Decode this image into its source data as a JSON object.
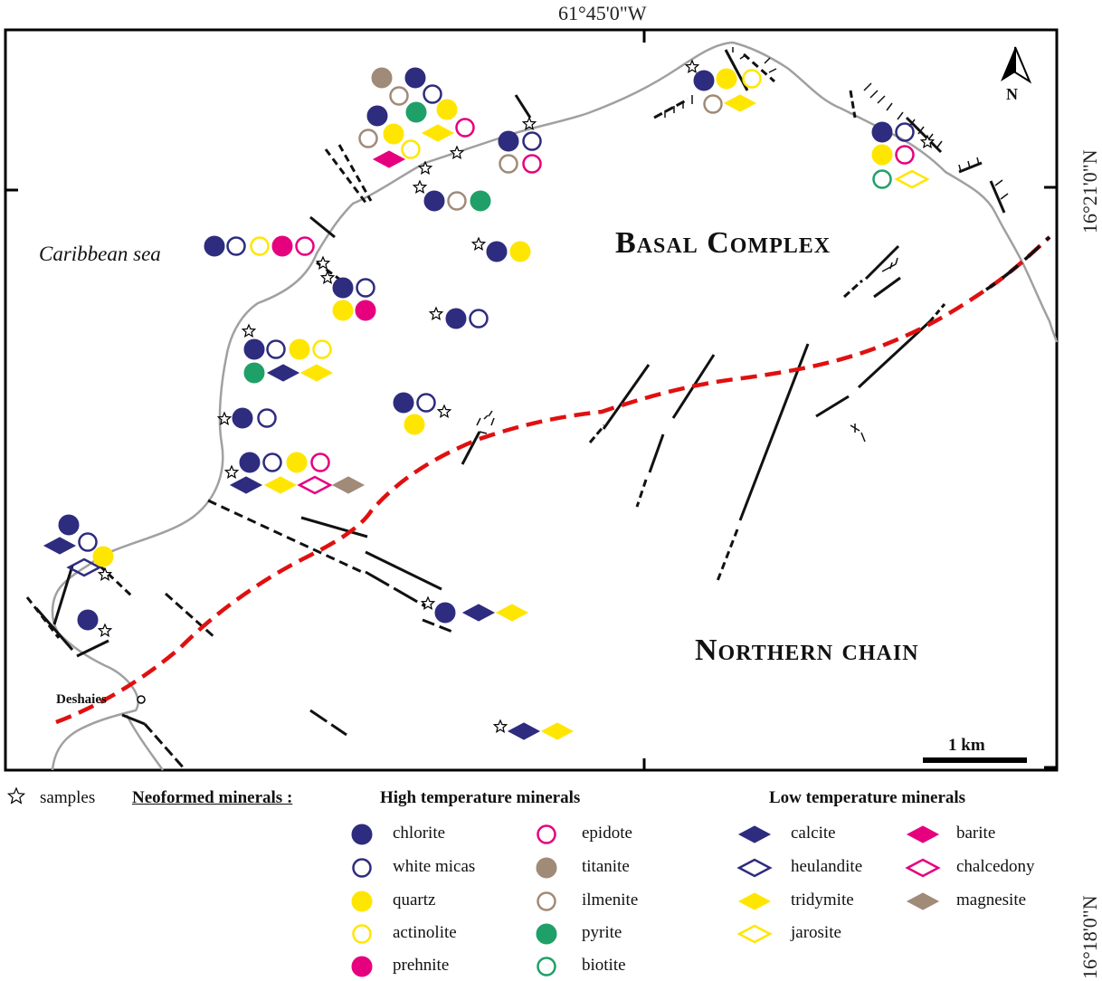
{
  "coordinates": {
    "top": "61°45'0\"W",
    "right_upper": "16°21'0\"N",
    "right_lower": "16°18'0\"N"
  },
  "labels": {
    "sea": "Caribbean sea",
    "basal": "Basal Complex",
    "northern": "Northern chain",
    "town": "Deshaies",
    "scale": "1 km",
    "north": "N"
  },
  "legend": {
    "samples": "samples",
    "neoformed": "Neoformed minerals :",
    "high_title": "High temperature minerals",
    "low_title": "Low temperature minerals",
    "high_col1": [
      "chlorite",
      "white micas",
      "quartz",
      "actinolite",
      "prehnite"
    ],
    "high_col2": [
      "epidote",
      "titanite",
      "ilmenite",
      "pyrite",
      "biotite"
    ],
    "low_col1": [
      "calcite",
      "heulandite",
      "tridymite",
      "jarosite"
    ],
    "low_col2": [
      "barite",
      "chalcedony",
      "magnesite"
    ]
  },
  "minerals": {
    "chlorite": {
      "shape": "circle",
      "fill": "#2e2c7e",
      "stroke": "#2e2c7e"
    },
    "whitemicas": {
      "shape": "circle",
      "fill": "none",
      "stroke": "#2e2c7e"
    },
    "quartz": {
      "shape": "circle",
      "fill": "#ffe600",
      "stroke": "#ffe600"
    },
    "actinolite": {
      "shape": "circle",
      "fill": "none",
      "stroke": "#ffe600"
    },
    "prehnite": {
      "shape": "circle",
      "fill": "#e6007e",
      "stroke": "#e6007e"
    },
    "epidote": {
      "shape": "circle",
      "fill": "none",
      "stroke": "#e6007e"
    },
    "titanite": {
      "shape": "circle",
      "fill": "#a08a78",
      "stroke": "#a08a78"
    },
    "ilmenite": {
      "shape": "circle",
      "fill": "none",
      "stroke": "#a08a78"
    },
    "pyrite": {
      "shape": "circle",
      "fill": "#1fa068",
      "stroke": "#1fa068"
    },
    "biotite": {
      "shape": "circle",
      "fill": "none",
      "stroke": "#1fa068"
    },
    "calcite": {
      "shape": "diamond",
      "fill": "#2e2c7e",
      "stroke": "#2e2c7e"
    },
    "heulandite": {
      "shape": "diamond",
      "fill": "none",
      "stroke": "#2e2c7e"
    },
    "tridymite": {
      "shape": "diamond",
      "fill": "#ffe600",
      "stroke": "#ffe600"
    },
    "jarosite": {
      "shape": "diamond",
      "fill": "none",
      "stroke": "#ffe600"
    },
    "barite": {
      "shape": "diamond",
      "fill": "#e6007e",
      "stroke": "#e6007e"
    },
    "chalcedony": {
      "shape": "diamond",
      "fill": "none",
      "stroke": "#e6007e"
    },
    "magnesite": {
      "shape": "diamond",
      "fill": "#a08a78",
      "stroke": "#a08a78"
    }
  }
}
